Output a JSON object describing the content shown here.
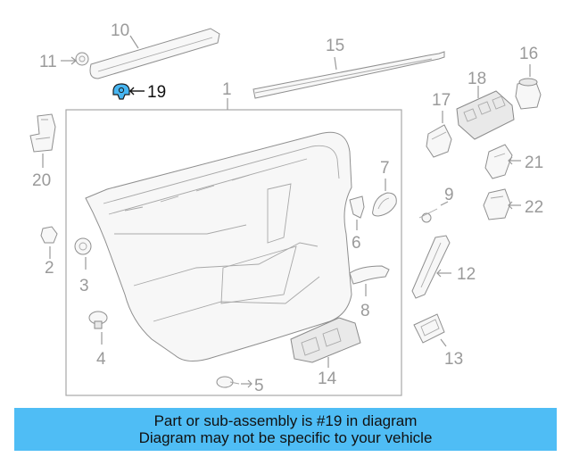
{
  "diagram": {
    "callouts": [
      "1",
      "2",
      "3",
      "4",
      "5",
      "6",
      "7",
      "8",
      "9",
      "10",
      "11",
      "12",
      "13",
      "14",
      "15",
      "16",
      "17",
      "18",
      "19",
      "20",
      "21",
      "22"
    ],
    "highlighted_part": "19",
    "highlight_color": "#47b6f2",
    "line_color": "#9a9a9a"
  },
  "banner": {
    "line1": "Part or sub-assembly is #19 in diagram",
    "line2": "Diagram may not be specific to your vehicle",
    "background": "#4fbdf5"
  }
}
